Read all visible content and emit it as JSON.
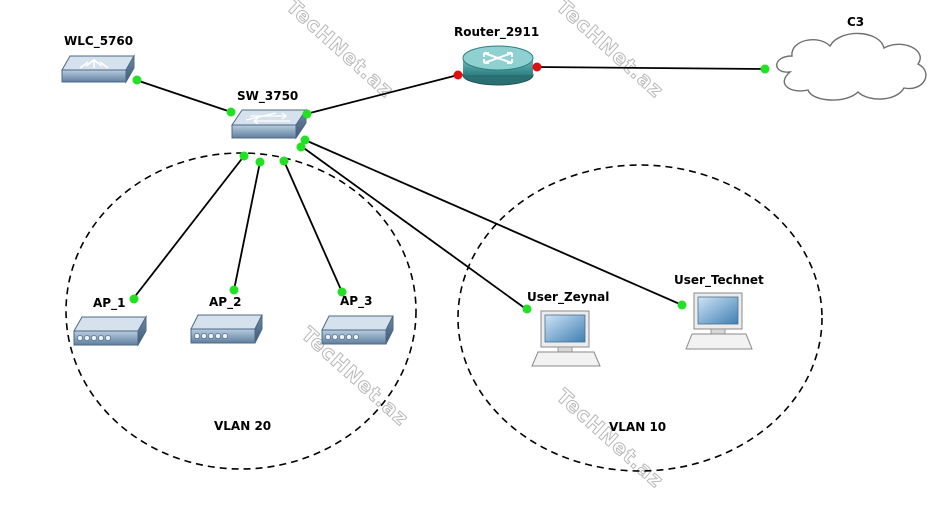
{
  "devices": {
    "wlc": {
      "label": "WLC_5760",
      "icon": "wireless-lan-controller-icon"
    },
    "router": {
      "label": "Router_2911",
      "icon": "router-icon"
    },
    "cloud": {
      "label": "C3",
      "icon": "cloud-icon"
    },
    "switch": {
      "label": "SW_3750",
      "icon": "multilayer-switch-icon"
    },
    "ap1": {
      "label": "AP_1",
      "icon": "access-point-icon"
    },
    "ap2": {
      "label": "AP_2",
      "icon": "access-point-icon"
    },
    "ap3": {
      "label": "AP_3",
      "icon": "access-point-icon"
    },
    "user_zeynal": {
      "label": "User_Zeynal",
      "icon": "workstation-icon"
    },
    "user_technet": {
      "label": "User_Technet",
      "icon": "workstation-icon"
    }
  },
  "zones": {
    "vlan20": {
      "label": "VLAN 20"
    },
    "vlan10": {
      "label": "VLAN 10"
    }
  },
  "watermark": {
    "text": "TecHNet.az"
  },
  "colors": {
    "link": "#000000",
    "port_up": "#22e022",
    "port_down": "#e01010",
    "router": "#3e9a9c",
    "device": "#6f8fae"
  }
}
